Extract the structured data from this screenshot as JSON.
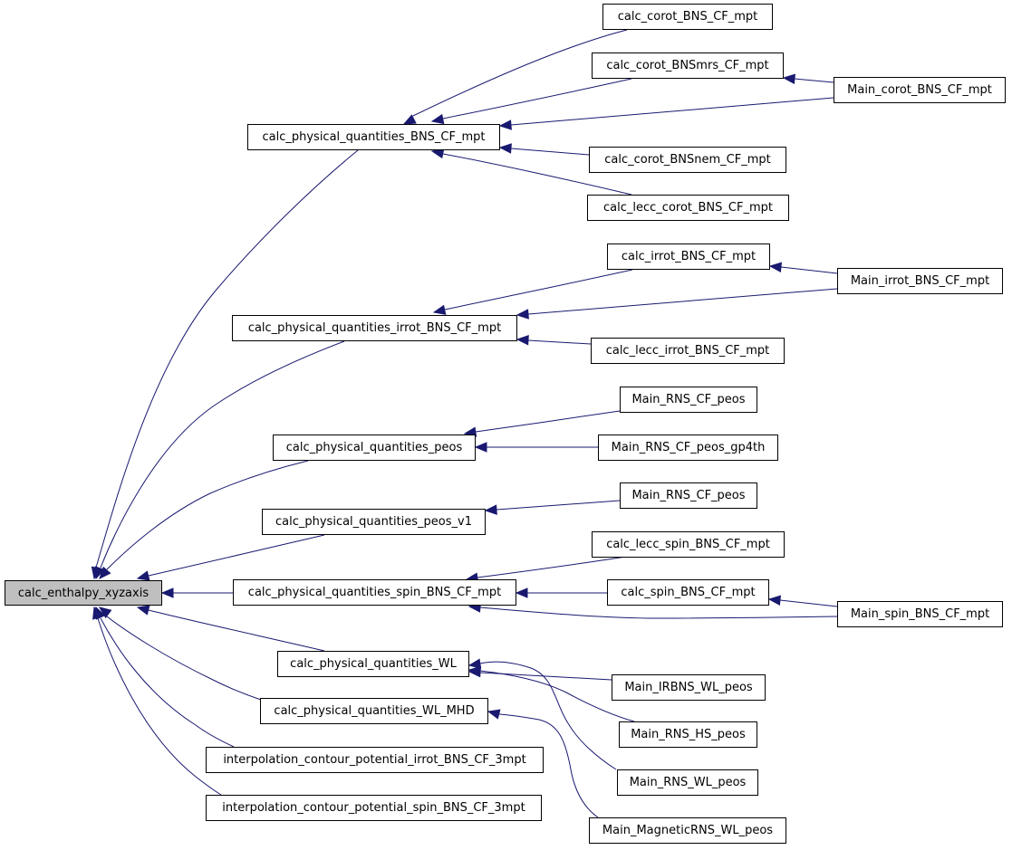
{
  "root": {
    "id": "n0",
    "label": "calc_enthalpy_xyzaxis"
  },
  "nodes": [
    {
      "id": "n1",
      "label": "calc_physical_quantities_BNS_CF_mpt"
    },
    {
      "id": "n2",
      "label": "calc_physical_quantities_irrot_BNS_CF_mpt"
    },
    {
      "id": "n3",
      "label": "calc_physical_quantities_peos"
    },
    {
      "id": "n4",
      "label": "calc_physical_quantities_peos_v1"
    },
    {
      "id": "n5",
      "label": "calc_physical_quantities_spin_BNS_CF_mpt"
    },
    {
      "id": "n6",
      "label": "calc_physical_quantities_WL"
    },
    {
      "id": "n7",
      "label": "calc_physical_quantities_WL_MHD"
    },
    {
      "id": "n8",
      "label": "interpolation_contour_potential_irrot_BNS_CF_3mpt"
    },
    {
      "id": "n9",
      "label": "interpolation_contour_potential_spin_BNS_CF_3mpt"
    },
    {
      "id": "c1",
      "label": "calc_corot_BNS_CF_mpt"
    },
    {
      "id": "c2",
      "label": "calc_corot_BNSmrs_CF_mpt"
    },
    {
      "id": "c3",
      "label": "calc_corot_BNSnem_CF_mpt"
    },
    {
      "id": "c4",
      "label": "calc_lecc_corot_BNS_CF_mpt"
    },
    {
      "id": "c5",
      "label": "calc_irrot_BNS_CF_mpt"
    },
    {
      "id": "c6",
      "label": "calc_lecc_irrot_BNS_CF_mpt"
    },
    {
      "id": "c7",
      "label": "Main_RNS_CF_peos"
    },
    {
      "id": "c8",
      "label": "Main_RNS_CF_peos_gp4th"
    },
    {
      "id": "c9",
      "label": "Main_RNS_CF_peos"
    },
    {
      "id": "c10",
      "label": "calc_lecc_spin_BNS_CF_mpt"
    },
    {
      "id": "c11",
      "label": "calc_spin_BNS_CF_mpt"
    },
    {
      "id": "c12",
      "label": "Main_IRBNS_WL_peos"
    },
    {
      "id": "c13",
      "label": "Main_RNS_HS_peos"
    },
    {
      "id": "c14",
      "label": "Main_RNS_WL_peos"
    },
    {
      "id": "c15",
      "label": "Main_MagneticRNS_WL_peos"
    },
    {
      "id": "m1",
      "label": "Main_corot_BNS_CF_mpt"
    },
    {
      "id": "m2",
      "label": "Main_irrot_BNS_CF_mpt"
    },
    {
      "id": "m3",
      "label": "Main_spin_BNS_CF_mpt"
    }
  ],
  "edges": [
    {
      "from": "n1",
      "to": "n0"
    },
    {
      "from": "n2",
      "to": "n0"
    },
    {
      "from": "n3",
      "to": "n0"
    },
    {
      "from": "n4",
      "to": "n0"
    },
    {
      "from": "n5",
      "to": "n0"
    },
    {
      "from": "n6",
      "to": "n0"
    },
    {
      "from": "n7",
      "to": "n0"
    },
    {
      "from": "n8",
      "to": "n0"
    },
    {
      "from": "n9",
      "to": "n0"
    },
    {
      "from": "c1",
      "to": "n1"
    },
    {
      "from": "c2",
      "to": "n1"
    },
    {
      "from": "m1",
      "to": "n1"
    },
    {
      "from": "c3",
      "to": "n1"
    },
    {
      "from": "c4",
      "to": "n1"
    },
    {
      "from": "m1",
      "to": "c2"
    },
    {
      "from": "c5",
      "to": "n2"
    },
    {
      "from": "m2",
      "to": "n2"
    },
    {
      "from": "c6",
      "to": "n2"
    },
    {
      "from": "m2",
      "to": "c5"
    },
    {
      "from": "c7",
      "to": "n3"
    },
    {
      "from": "c8",
      "to": "n3"
    },
    {
      "from": "c9",
      "to": "n4"
    },
    {
      "from": "c10",
      "to": "n5"
    },
    {
      "from": "c11",
      "to": "n5"
    },
    {
      "from": "m3",
      "to": "n5"
    },
    {
      "from": "m3",
      "to": "c11"
    },
    {
      "from": "c12",
      "to": "n6"
    },
    {
      "from": "c13",
      "to": "n6"
    },
    {
      "from": "c14",
      "to": "n6"
    },
    {
      "from": "c15",
      "to": "n7"
    }
  ],
  "colors": {
    "edge": "#191970",
    "root_fill": "#bfbfbf",
    "node_border": "#000000",
    "node_fill": "#ffffff"
  }
}
